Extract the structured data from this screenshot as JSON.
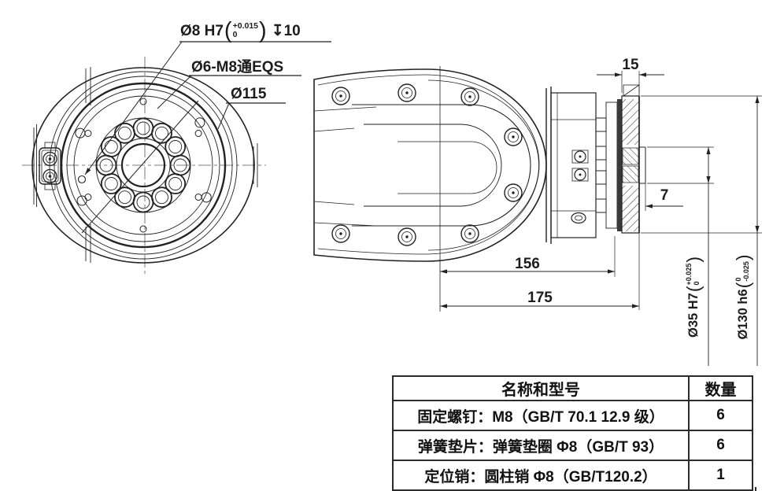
{
  "colors": {
    "line": "#222222",
    "background": "#ffffff",
    "dark_fill": "#3a3a3a"
  },
  "callouts": {
    "pin_hole": {
      "text": "Ø8 H7",
      "tol_upper": "+0.015",
      "tol_lower": "0",
      "depth_symbol": "↧",
      "depth": "10"
    },
    "bolt_holes": {
      "text": "Ø6-M8通EQS"
    },
    "bolt_circle": {
      "text": "Ø115"
    }
  },
  "dimensions": {
    "flange_width": "15",
    "spigot_step": "7",
    "length_inner": "156",
    "length_overall": "175",
    "bore": {
      "text": "Ø35 H7",
      "tol_upper": "+0.025",
      "tol_lower": "0"
    },
    "spigot": {
      "text": "Ø130 h6",
      "tol_upper": "0",
      "tol_lower": "-0.025"
    }
  },
  "table": {
    "header": {
      "name": "名称和型号",
      "qty": "数量"
    },
    "rows": [
      {
        "name": "固定螺钉：M8（GB/T 70.1 12.9 级）",
        "qty": "6"
      },
      {
        "name": "弹簧垫片：弹簧垫圈 Φ8（GB/T 93）",
        "qty": "6"
      },
      {
        "name": "定位销：圆柱销 Φ8（GB/T120.2）",
        "qty": "1"
      }
    ]
  }
}
